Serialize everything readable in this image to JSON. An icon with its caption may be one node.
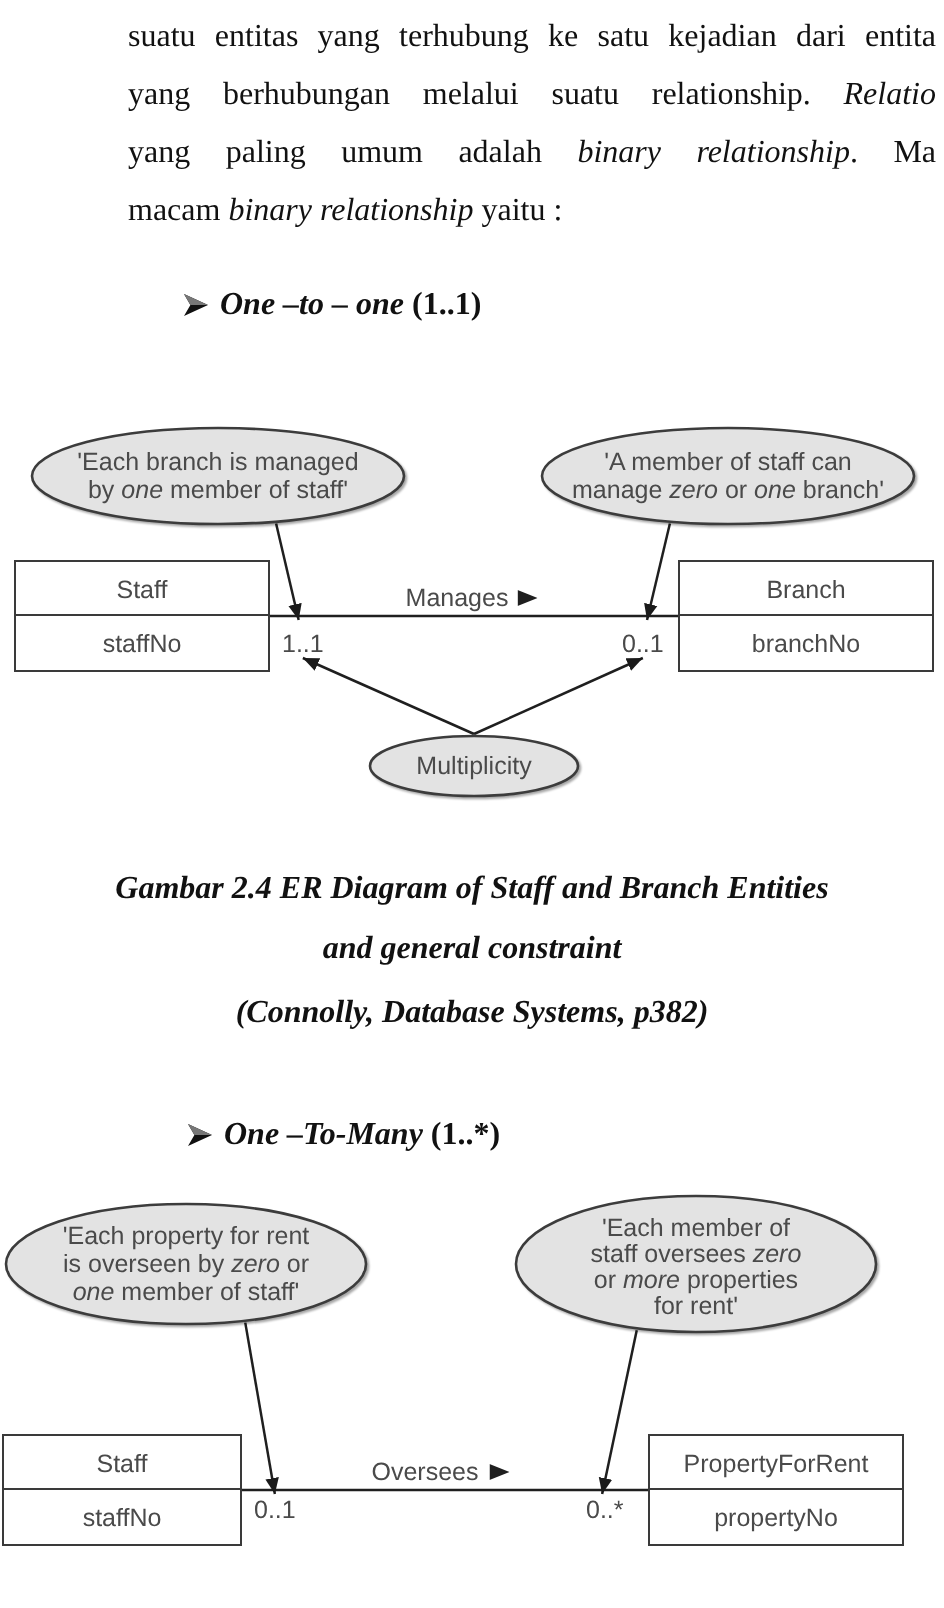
{
  "diagram": {
    "caption": "Gambar 2.4 ER Diagram of Staff and Branch Entities and general constraint",
    "nodes": [
      {
        "text": [
          "'Each branch is managed by *one* member of staff'"
        ]
      },
      {
        "text": [
          "'A member of staff can manage *zero* or *one* branch'"
        ]
      },
      {
        "text": [
          "Staff",
          "staffNo"
        ]
      },
      {
        "text": [
          "Branch",
          "branchNo"
        ]
      },
      {
        "text": [
          "1..1"
        ]
      },
      {
        "text": [
          "0..1"
        ]
      },
      {
        "text": [
          "Multiplicity"
        ]
      },
      {
        "text": [
          "'Each property for rent is overseen by *zero* or *one* member of staff'"
        ]
      },
      {
        "text": [
          "'Each member of staff oversees *zero* or *more* properties for rent'"
        ]
      },
      {
        "text": [
          "Staff",
          "staffNo"
        ]
      },
      {
        "text": [
          "PropertyForRent",
          "propertyNo"
        ]
      },
      {
        "text": [
          "0..1"
        ]
      },
      {
        "text": [
          "0..*"
        ]
      }
    ],
    "edges": [
      {
        "from": 2,
        "to": 3,
        "arrow": "none",
        "label": "Manages"
      },
      {
        "from": 0,
        "to": 4,
        "arrow": "to"
      },
      {
        "from": 1,
        "to": 5,
        "arrow": "to"
      },
      {
        "from": 6,
        "to": 4,
        "arrow": "to"
      },
      {
        "from": 6,
        "to": 5,
        "arrow": "to"
      },
      {
        "from": 9,
        "to": 10,
        "arrow": "none",
        "label": "Oversees"
      },
      {
        "from": 7,
        "to": 11,
        "arrow": "to"
      },
      {
        "from": 8,
        "to": 12,
        "arrow": "to"
      }
    ],
    "labels": [
      "suatu entitas yang terhubung ke satu kejadian dari entita yang berhubungan melalui suatu relationship. *Relatio* yang paling umum adalah *binary relationship*. Ma macam *binary relationship* yaitu :",
      "*One –to – one* (1..1)",
      "(Connolly, Database Systems, p382)",
      "*One –To-Many* (1..*)"
    ]
  }
}
